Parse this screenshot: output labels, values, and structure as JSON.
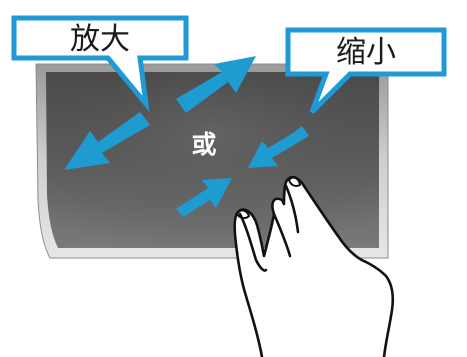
{
  "callouts": {
    "zoom_in": "放大",
    "zoom_out": "缩小"
  },
  "center_text": "或",
  "colors": {
    "callout_border": "#1f9ad6",
    "arrow": "#1e9bd1",
    "pad_dark": "#545454",
    "pad_light": "#8a8a8a"
  },
  "icons": {
    "hand": "pinch-hand-icon",
    "expand": "expand-arrows-icon",
    "contract": "contract-arrows-icon"
  }
}
